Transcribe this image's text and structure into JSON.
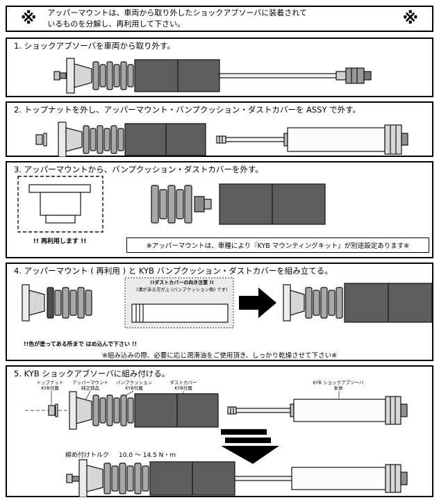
{
  "header": {
    "marker": "※",
    "text_line1": "アッパーマウントは、車両から取り外したショックアブソーバに装着されて",
    "text_line2": "いるものを分解し、再利用して下さい。"
  },
  "steps": {
    "step1": {
      "title": "1. ショックアブソーバを車両から取り外す。"
    },
    "step2": {
      "title": "2. トップナットを外し、アッパーマウント・バンプクッション・ダストカバーを ASSY で外す。"
    },
    "step3": {
      "title": "3. アッパーマウントから、バンプクッション・ダストカバーを外す。",
      "reuse_note": "!! 再利用します !!",
      "kit_note": "※アッパーマウントは、車種により『KYB マウンティングキット』が別途設定あります※"
    },
    "step4": {
      "title": "4. アッパーマウント ( 再利用 ) と KYB バンプクッション・ダストカバーを組み立てる。",
      "direction_note_line1": "!!ダストカバーの向き注意 !!",
      "direction_note_line2": "(溝がある方が上 (バンプクッション側) です)",
      "fit_note": "!!色が塗ってある所まで はめ込んで下さい !!",
      "lubricant_note": "※組み込みの際、必要に応じ潤滑油をご使用頂き、しっかり乾燥させて下さい※"
    },
    "step5": {
      "title": "5. KYB ショックアブソーバに組み付ける。",
      "part_labels": [
        {
          "name": "トップナット",
          "origin": "KYB付属"
        },
        {
          "name": "アッパーマウント",
          "origin": "純正部品"
        },
        {
          "name": "バンプクッション",
          "origin": "KYB付属"
        },
        {
          "name": "ダストカバー",
          "origin": "KYB付属"
        },
        {
          "name": "KYB ショックアブソーバ",
          "origin": "本体"
        }
      ],
      "torque_label": "締め付けトルク",
      "torque_value": "10.0 〜 14.5 N・m"
    }
  },
  "colors": {
    "dark_part": "#5e5e5e",
    "bellows": "#a8a8a8",
    "outline": "#111111"
  }
}
